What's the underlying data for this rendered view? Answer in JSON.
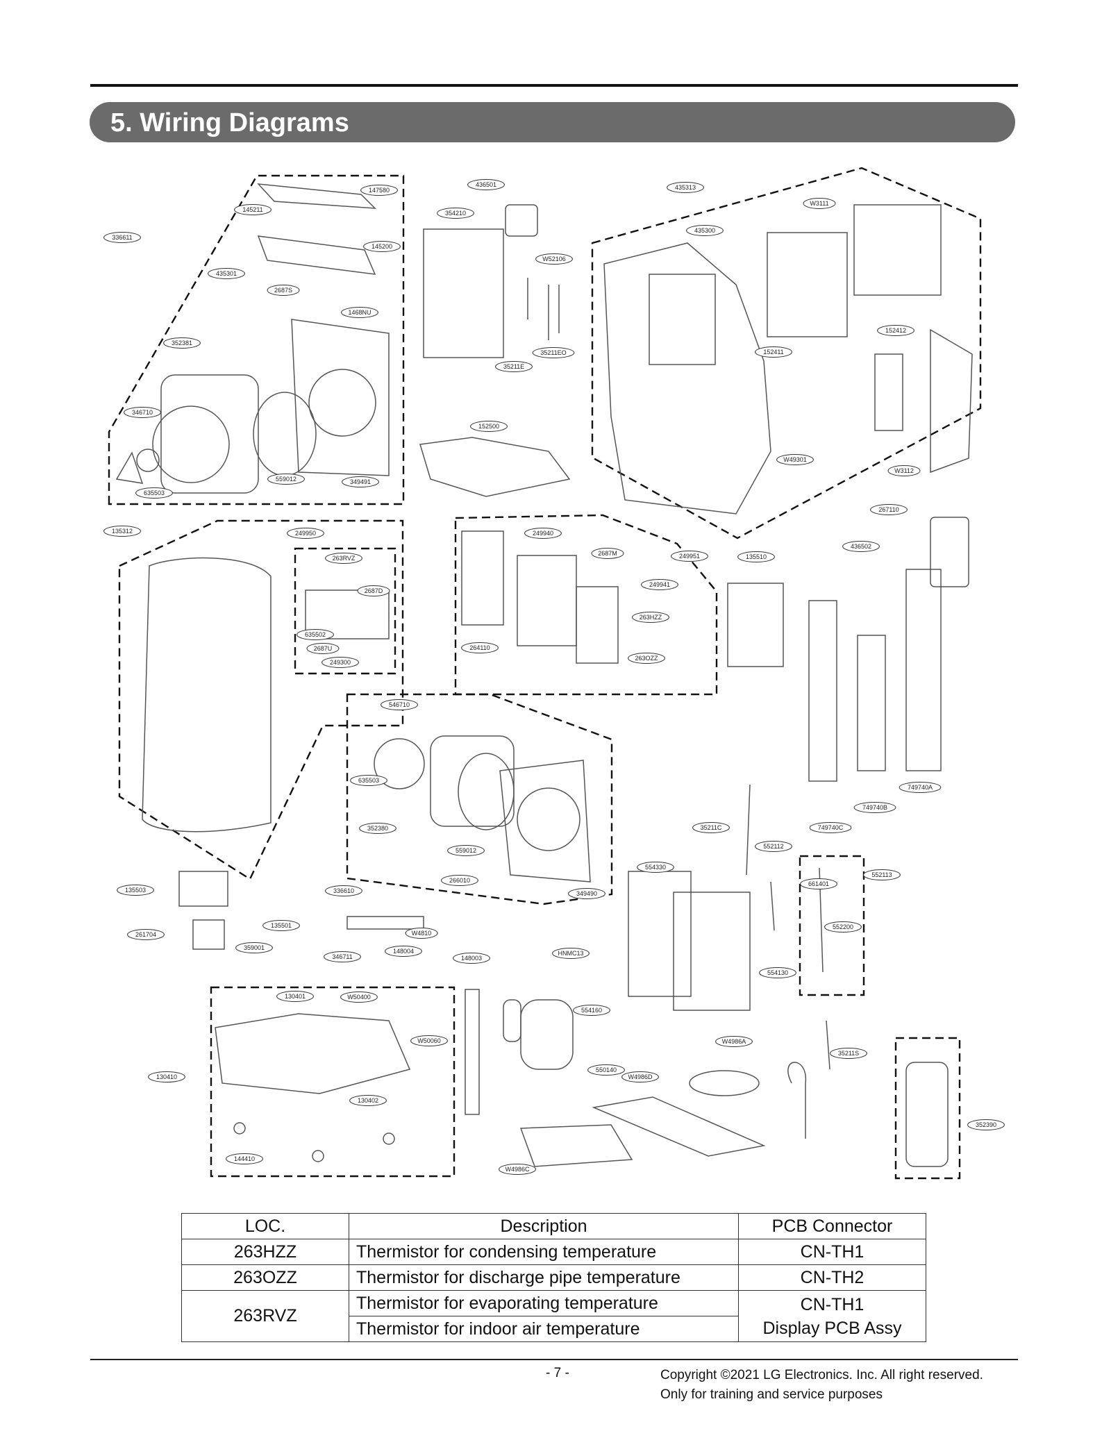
{
  "section": {
    "title": "5. Wiring Diagrams"
  },
  "diagram": {
    "callouts": [
      "147580",
      "145211",
      "145200",
      "336611",
      "435301",
      "2687S",
      "1468NU",
      "352381",
      "346710",
      "559012",
      "349491",
      "635503",
      "436501",
      "354210",
      "W52106",
      "35211E",
      "35211EO",
      "152500",
      "435313",
      "W3111",
      "435300",
      "152411",
      "152412",
      "W49301",
      "W3112",
      "267110",
      "135312",
      "249950",
      "263RVZ",
      "2687D",
      "635502",
      "2687U",
      "249300",
      "249940",
      "2687M",
      "249951",
      "249941",
      "263HZZ",
      "264110",
      "263OZZ",
      "135510",
      "436502",
      "546710",
      "635503",
      "352380",
      "559012",
      "266010",
      "349490",
      "336610",
      "35211C",
      "552112",
      "554330",
      "661401",
      "552113",
      "552200",
      "554130",
      "749740C",
      "749740B",
      "749740A",
      "135503",
      "261704",
      "135501",
      "359001",
      "346711",
      "148004",
      "W4810",
      "148003",
      "HNMC13",
      "130401",
      "W50400",
      "W50060",
      "130410",
      "130402",
      "144410",
      "554160",
      "550140",
      "W4986D",
      "W4986A",
      "W4986C",
      "35211S",
      "352390"
    ]
  },
  "table": {
    "headers": [
      "LOC.",
      "Description",
      "PCB Connector"
    ],
    "rows": [
      {
        "loc": "263HZZ",
        "desc": "Thermistor for condensing temperature",
        "pcb": "CN-TH1"
      },
      {
        "loc": "263OZZ",
        "desc": "Thermistor for discharge pipe temperature",
        "pcb": "CN-TH2"
      },
      {
        "loc": "263RVZ",
        "desc": "Thermistor for evaporating temperature",
        "desc2": "Thermistor for indoor air temperature",
        "pcb": "CN-TH1",
        "pcb2": "Display PCB Assy"
      }
    ]
  },
  "footer": {
    "page": "- 7 -",
    "copyright": "Copyright ©2021 LG Electronics. Inc. All right reserved.",
    "note": "Only for training and service purposes"
  }
}
